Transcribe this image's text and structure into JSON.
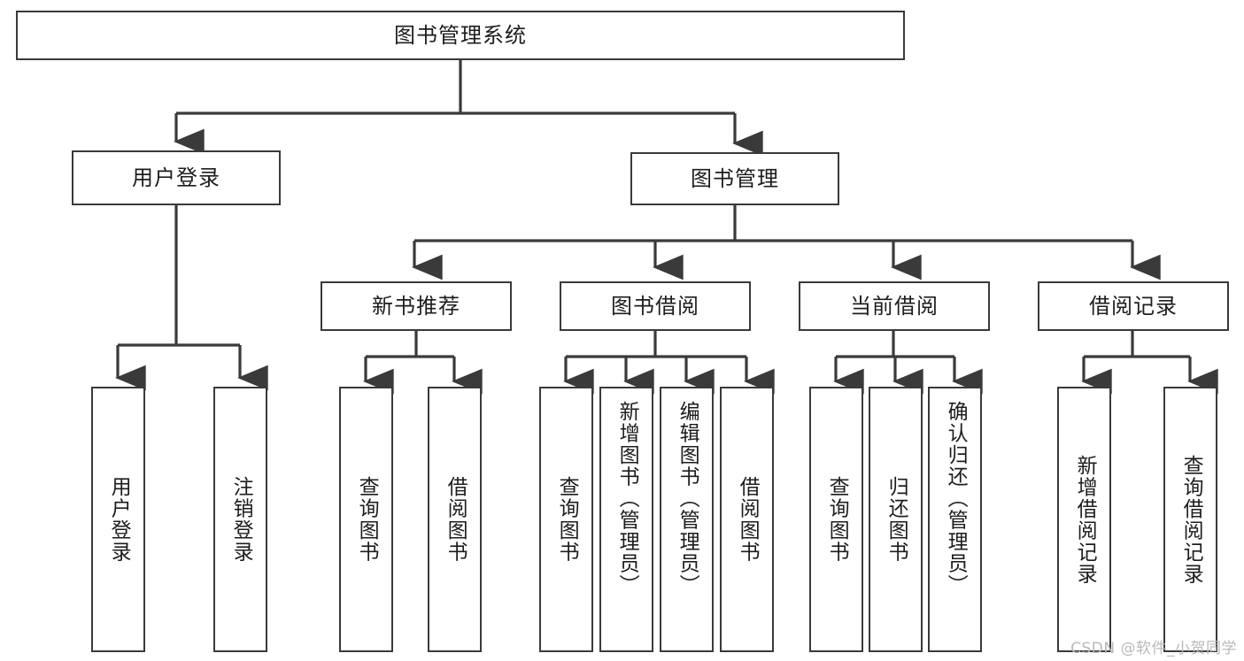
{
  "diagram": {
    "title": "图书管理系统",
    "type": "tree-hierarchy-chart",
    "watermark": "CSDN @软件_小贺同学",
    "line_color": "#3a3a3a",
    "text_color": "#1d1d1d",
    "background_color": "#ffffff"
  },
  "nodes": {
    "root": {
      "label": "图书管理系统"
    },
    "level2": [
      {
        "label": "用户登录"
      },
      {
        "label": "图书管理"
      }
    ],
    "level3": [
      {
        "label": "新书推荐"
      },
      {
        "label": "图书借阅"
      },
      {
        "label": "当前借阅"
      },
      {
        "label": "借阅记录"
      }
    ],
    "leaves_user_login": [
      {
        "label": "用户登录"
      },
      {
        "label": "注销登录"
      }
    ],
    "leaves_new_book": [
      {
        "label": "查询图书"
      },
      {
        "label": "借阅图书"
      }
    ],
    "leaves_borrow": [
      {
        "label": "查询图书"
      },
      {
        "label": "新增图书（管理员）"
      },
      {
        "label": "编辑图书（管理员）"
      },
      {
        "label": "借阅图书"
      }
    ],
    "leaves_current": [
      {
        "label": "查询图书"
      },
      {
        "label": "归还图书"
      },
      {
        "label": "确认归还（管理员）"
      }
    ],
    "leaves_records": [
      {
        "label": "新增借阅记录"
      },
      {
        "label": "查询借阅记录"
      }
    ]
  }
}
